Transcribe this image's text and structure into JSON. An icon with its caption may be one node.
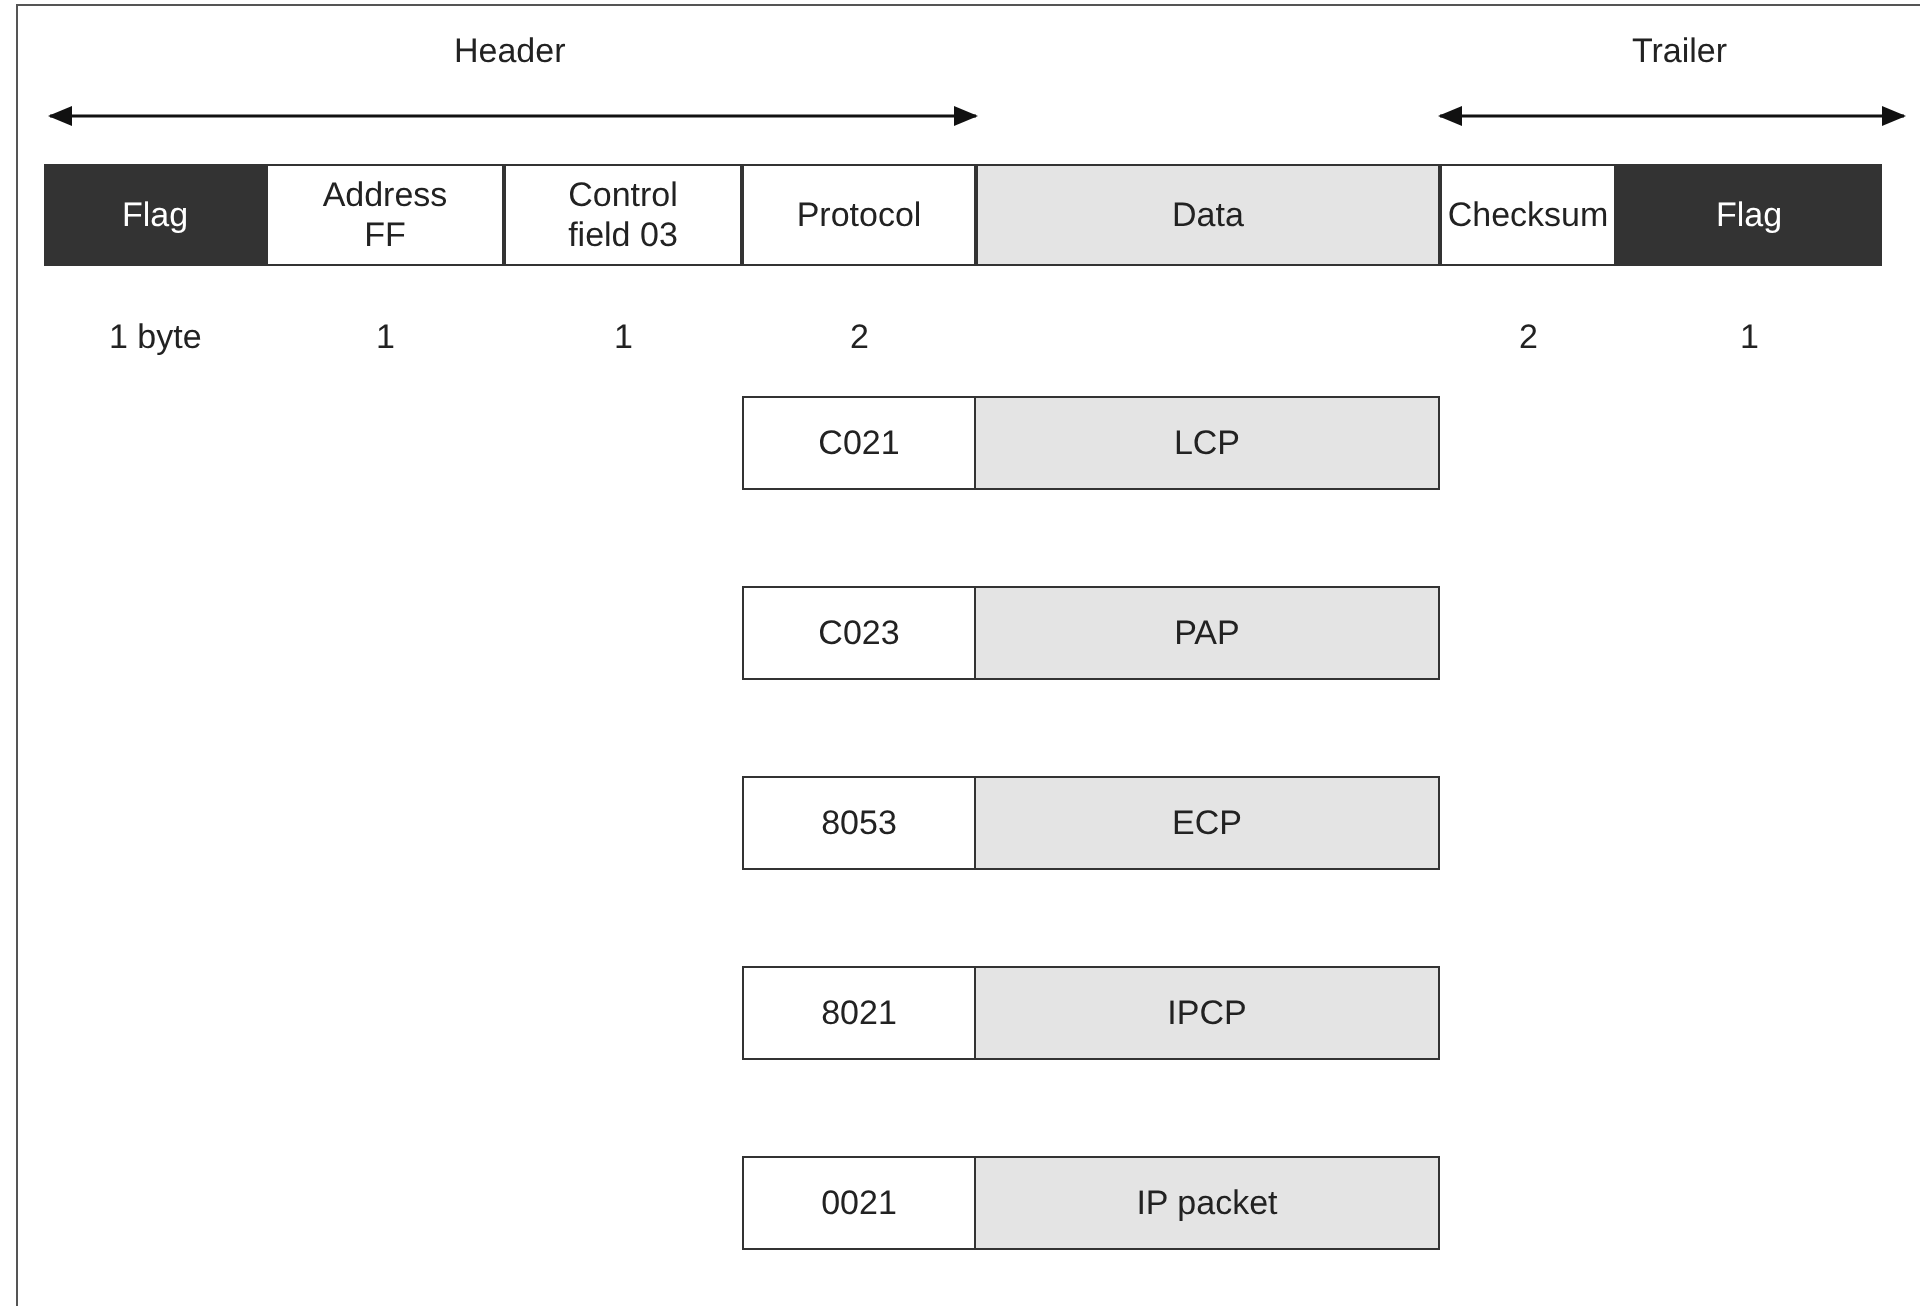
{
  "diagram": {
    "nodes": [
      {
        "text": [
          "Flag"
        ],
        "beside": [
          "1 byte"
        ]
      },
      {
        "text": [
          "Address",
          "FF"
        ],
        "beside": [
          "1"
        ]
      },
      {
        "text": [
          "Control",
          "field 03"
        ],
        "beside": [
          "1"
        ]
      },
      {
        "text": [
          "Protocol"
        ],
        "beside": [
          "2"
        ]
      },
      {
        "text": [
          "Data"
        ]
      },
      {
        "text": [
          "Checksum"
        ],
        "beside": [
          "2"
        ]
      },
      {
        "text": [
          "Flag"
        ],
        "beside": [
          "1"
        ]
      },
      {
        "text": [
          "C021"
        ]
      },
      {
        "text": [
          "LCP"
        ]
      },
      {
        "text": [
          "C023"
        ]
      },
      {
        "text": [
          "PAP"
        ]
      },
      {
        "text": [
          "8053"
        ]
      },
      {
        "text": [
          "ECP"
        ]
      },
      {
        "text": [
          "8021"
        ]
      },
      {
        "text": [
          "IPCP"
        ]
      },
      {
        "text": [
          "0021"
        ]
      },
      {
        "text": [
          "IP packet"
        ]
      }
    ],
    "labels": [
      "Header",
      "Trailer"
    ]
  }
}
